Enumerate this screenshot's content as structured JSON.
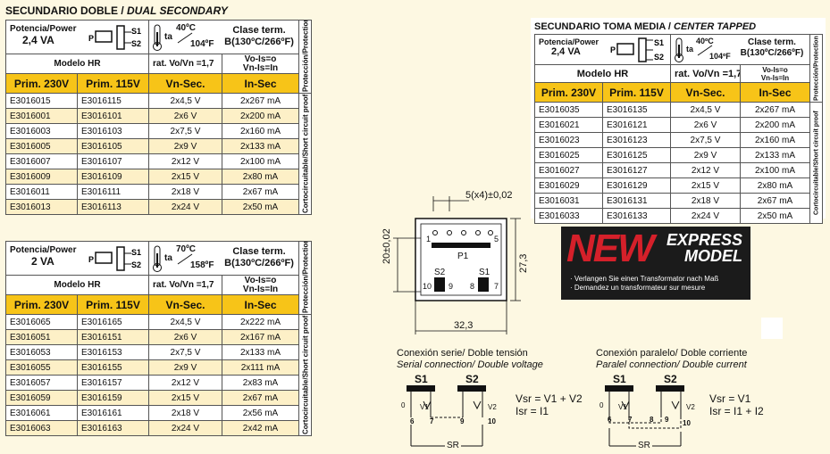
{
  "dual": {
    "title": "SECUNDARIO DOBLE / ",
    "title_en": "DUAL SECONDARY"
  },
  "t1": {
    "power_label": "Potencia/Power",
    "power": "2,4 VA",
    "temp_c": "40ºC",
    "temp_f": "104ºF",
    "clase1": "Clase term.",
    "clase2": "B(130ºC/266ºF)",
    "model": "Modelo HR",
    "ratio": "rat. Vo/Vn =1,7",
    "vo1": "Vo-Is=o",
    "vo2": "Vn-Is=In",
    "side_top": "Protección/Protection",
    "side_bottom": "Cortocircuitable/Short circuit proof",
    "headers": [
      "Prim. 230V",
      "Prim. 115V",
      "Vn-Sec.",
      "In-Sec"
    ],
    "rows": [
      [
        "E3016015",
        "E3016115",
        "2x4,5 V",
        "2x267 mA"
      ],
      [
        "E3016001",
        "E3016101",
        "2x6 V",
        "2x200 mA"
      ],
      [
        "E3016003",
        "E3016103",
        "2x7,5 V",
        "2x160 mA"
      ],
      [
        "E3016005",
        "E3016105",
        "2x9 V",
        "2x133 mA"
      ],
      [
        "E3016007",
        "E3016107",
        "2x12 V",
        "2x100 mA"
      ],
      [
        "E3016009",
        "E3016109",
        "2x15 V",
        "2x80 mA"
      ],
      [
        "E3016011",
        "E3016111",
        "2x18 V",
        "2x67 mA"
      ],
      [
        "E3016013",
        "E3016113",
        "2x24 V",
        "2x50 mA"
      ]
    ]
  },
  "t2": {
    "power_label": "Potencia/Power",
    "power": "2 VA",
    "temp_c": "70ºC",
    "temp_f": "158ºF",
    "clase1": "Clase term.",
    "clase2": "B(130ºC/266ºF)",
    "model": "Modelo HR",
    "ratio": "rat. Vo/Vn =1,7",
    "vo1": "Vo-Is=o",
    "vo2": "Vn-Is=In",
    "side_top": "Protección/Protection",
    "side_bottom": "Cortocircuitable/Short circuit proof",
    "headers": [
      "Prim. 230V",
      "Prim. 115V",
      "Vn-Sec.",
      "In-Sec"
    ],
    "rows": [
      [
        "E3016065",
        "E3016165",
        "2x4,5 V",
        "2x222 mA"
      ],
      [
        "E3016051",
        "E3016151",
        "2x6 V",
        "2x167 mA"
      ],
      [
        "E3016053",
        "E3016153",
        "2x7,5 V",
        "2x133 mA"
      ],
      [
        "E3016055",
        "E3016155",
        "2x9 V",
        "2x111 mA"
      ],
      [
        "E3016057",
        "E3016157",
        "2x12 V",
        "2x83 mA"
      ],
      [
        "E3016059",
        "E3016159",
        "2x15 V",
        "2x67 mA"
      ],
      [
        "E3016061",
        "E3016161",
        "2x18 V",
        "2x56 mA"
      ],
      [
        "E3016063",
        "E3016163",
        "2x24 V",
        "2x42 mA"
      ]
    ]
  },
  "ct": {
    "title": "SECUNDARIO TOMA MEDIA / ",
    "title_en": "CENTER TAPPED",
    "power_label": "Potencia/Power",
    "power": "2,4 VA",
    "temp_c": "40ºC",
    "temp_f": "104ºF",
    "clase1": "Clase term.",
    "clase2": "B(130ºC/266ºF)",
    "model": "Modelo HR",
    "ratio": "rat. Vo/Vn =1,7",
    "vo1": "Vo-Is=o",
    "vo2": "Vn-Is=In",
    "side_top": "Protección/Protection",
    "side_bottom": "Cortocircuitable/Short circuit proof",
    "headers": [
      "Prim. 230V",
      "Prim. 115V",
      "Vn-Sec.",
      "In-Sec"
    ],
    "rows": [
      [
        "E3016035",
        "E3016135",
        "2x4,5 V",
        "2x267 mA"
      ],
      [
        "E3016021",
        "E3016121",
        "2x6 V",
        "2x200 mA"
      ],
      [
        "E3016023",
        "E3016123",
        "2x7,5 V",
        "2x160 mA"
      ],
      [
        "E3016025",
        "E3016125",
        "2x9 V",
        "2x133 mA"
      ],
      [
        "E3016027",
        "E3016127",
        "2x12 V",
        "2x100 mA"
      ],
      [
        "E3016029",
        "E3016129",
        "2x15 V",
        "2x80 mA"
      ],
      [
        "E3016031",
        "E3016131",
        "2x18 V",
        "2x67 mA"
      ],
      [
        "E3016033",
        "E3016133",
        "2x24 V",
        "2x50 mA"
      ]
    ]
  },
  "diagram": {
    "dim_pins": "5(x4)±0,02",
    "dim_height": "20±0,02",
    "dim_side": "27,3",
    "dim_width": "32,3",
    "p1": "P1",
    "s1": "S1",
    "s2": "S2",
    "pin1": "1",
    "pin5": "5",
    "pin10": "10",
    "pin9": "9",
    "pin8": "8",
    "pin7": "7"
  },
  "express": {
    "new": "NEW",
    "express": "EXPRESS",
    "model": "MODEL",
    "line1": "· Verlangen Sie einen Transformator nach Maß",
    "line2": "· Demandez un transformateur sur mesure"
  },
  "serie": {
    "title": "Conexión serie/ Doble tensión",
    "title_en": "Serial connection/ Double voltage",
    "s1": "S1",
    "s2": "S2",
    "eq1": "Vsr = V1 + V2",
    "eq2": "Isr = I1",
    "sr": "SR"
  },
  "paralelo": {
    "title": "Conexión paralelo/ Doble corriente",
    "title_en": "Paralel connection/ Double current",
    "s1": "S1",
    "s2": "S2",
    "eq1": "Vsr = V1",
    "eq2": "Isr = I1 + I2",
    "sr": "SR"
  },
  "pins": {
    "p0": "0",
    "p6": "6",
    "p7": "7",
    "p8": "8",
    "p9": "9",
    "p10": "10",
    "v1": "V1",
    "v2": "V2"
  },
  "colors": {
    "header_yellow": "#f7c418",
    "row_alt": "#fdf0c7",
    "page_bg": "#fdf8e2",
    "new_red": "#d5202a"
  }
}
